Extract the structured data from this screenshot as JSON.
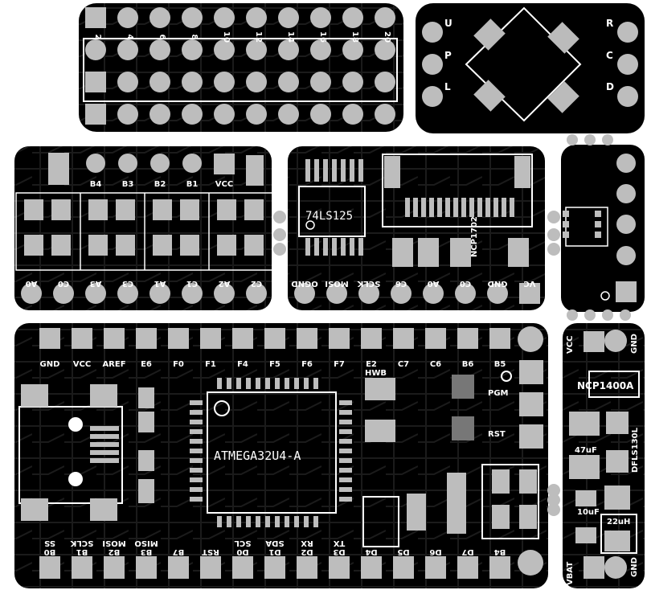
{
  "header_pins": {
    "even": [
      "2",
      "4",
      "6",
      "8",
      "10",
      "12",
      "14",
      "16",
      "18",
      "20"
    ]
  },
  "dpad": {
    "left_labels": [
      "U",
      "P",
      "L"
    ],
    "right_labels": [
      "R",
      "C",
      "D"
    ]
  },
  "left_module": {
    "top_labels": [
      "B4",
      "B3",
      "B2",
      "B1",
      "VCC"
    ],
    "bottom_labels": [
      "A0",
      "C0",
      "A3",
      "C3",
      "A1",
      "C1",
      "A2",
      "C2"
    ]
  },
  "mid_module": {
    "chip": "74LS125",
    "regulator": "NCP1702",
    "bottom_labels": [
      "OGND",
      "MOSI",
      "SCLK",
      "C6",
      "A0",
      "C0",
      "GND",
      "VC"
    ]
  },
  "main_board": {
    "top_labels": [
      "GND",
      "VCC",
      "AREF",
      "E6",
      "F0",
      "F1",
      "F4",
      "F5",
      "F6",
      "F7",
      "E2",
      "C7",
      "C6",
      "B6",
      "B5"
    ],
    "hwb": "HWB",
    "chip": "ATMEGA32U4-A",
    "pgm": "PGM",
    "rst": "RST",
    "bottom_labels": [
      "B0",
      "B1",
      "B2",
      "B3",
      "B7",
      "RST",
      "D0",
      "D1",
      "D2",
      "D3",
      "D4",
      "D5",
      "D6",
      "D7",
      "B4"
    ],
    "bottom_sub": [
      "SS",
      "SCLK",
      "MOSI",
      "MISO",
      "",
      "",
      "SCL",
      "SDA",
      "RX",
      "TX",
      "",
      "",
      "",
      "",
      ""
    ]
  },
  "power_module": {
    "vcc": "VCC",
    "gnd": "GND",
    "regulator": "NCP1400A",
    "diode": "DFLS130L",
    "cap1": "47uF",
    "cap2": "10uF",
    "inductor": "22uH",
    "vbat": "VBAT",
    "gnd2": "GND"
  }
}
